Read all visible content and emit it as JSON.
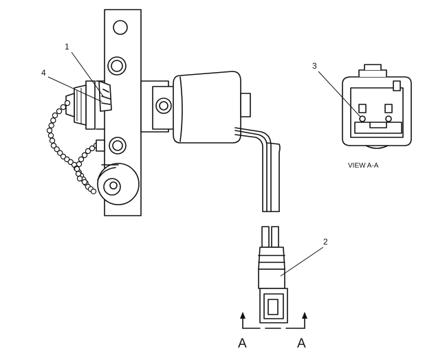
{
  "callouts": {
    "c1": "1",
    "c2": "2",
    "c3": "3",
    "c4": "4"
  },
  "view_label": "VIEW A-A",
  "section": {
    "left": "A",
    "right": "A"
  }
}
